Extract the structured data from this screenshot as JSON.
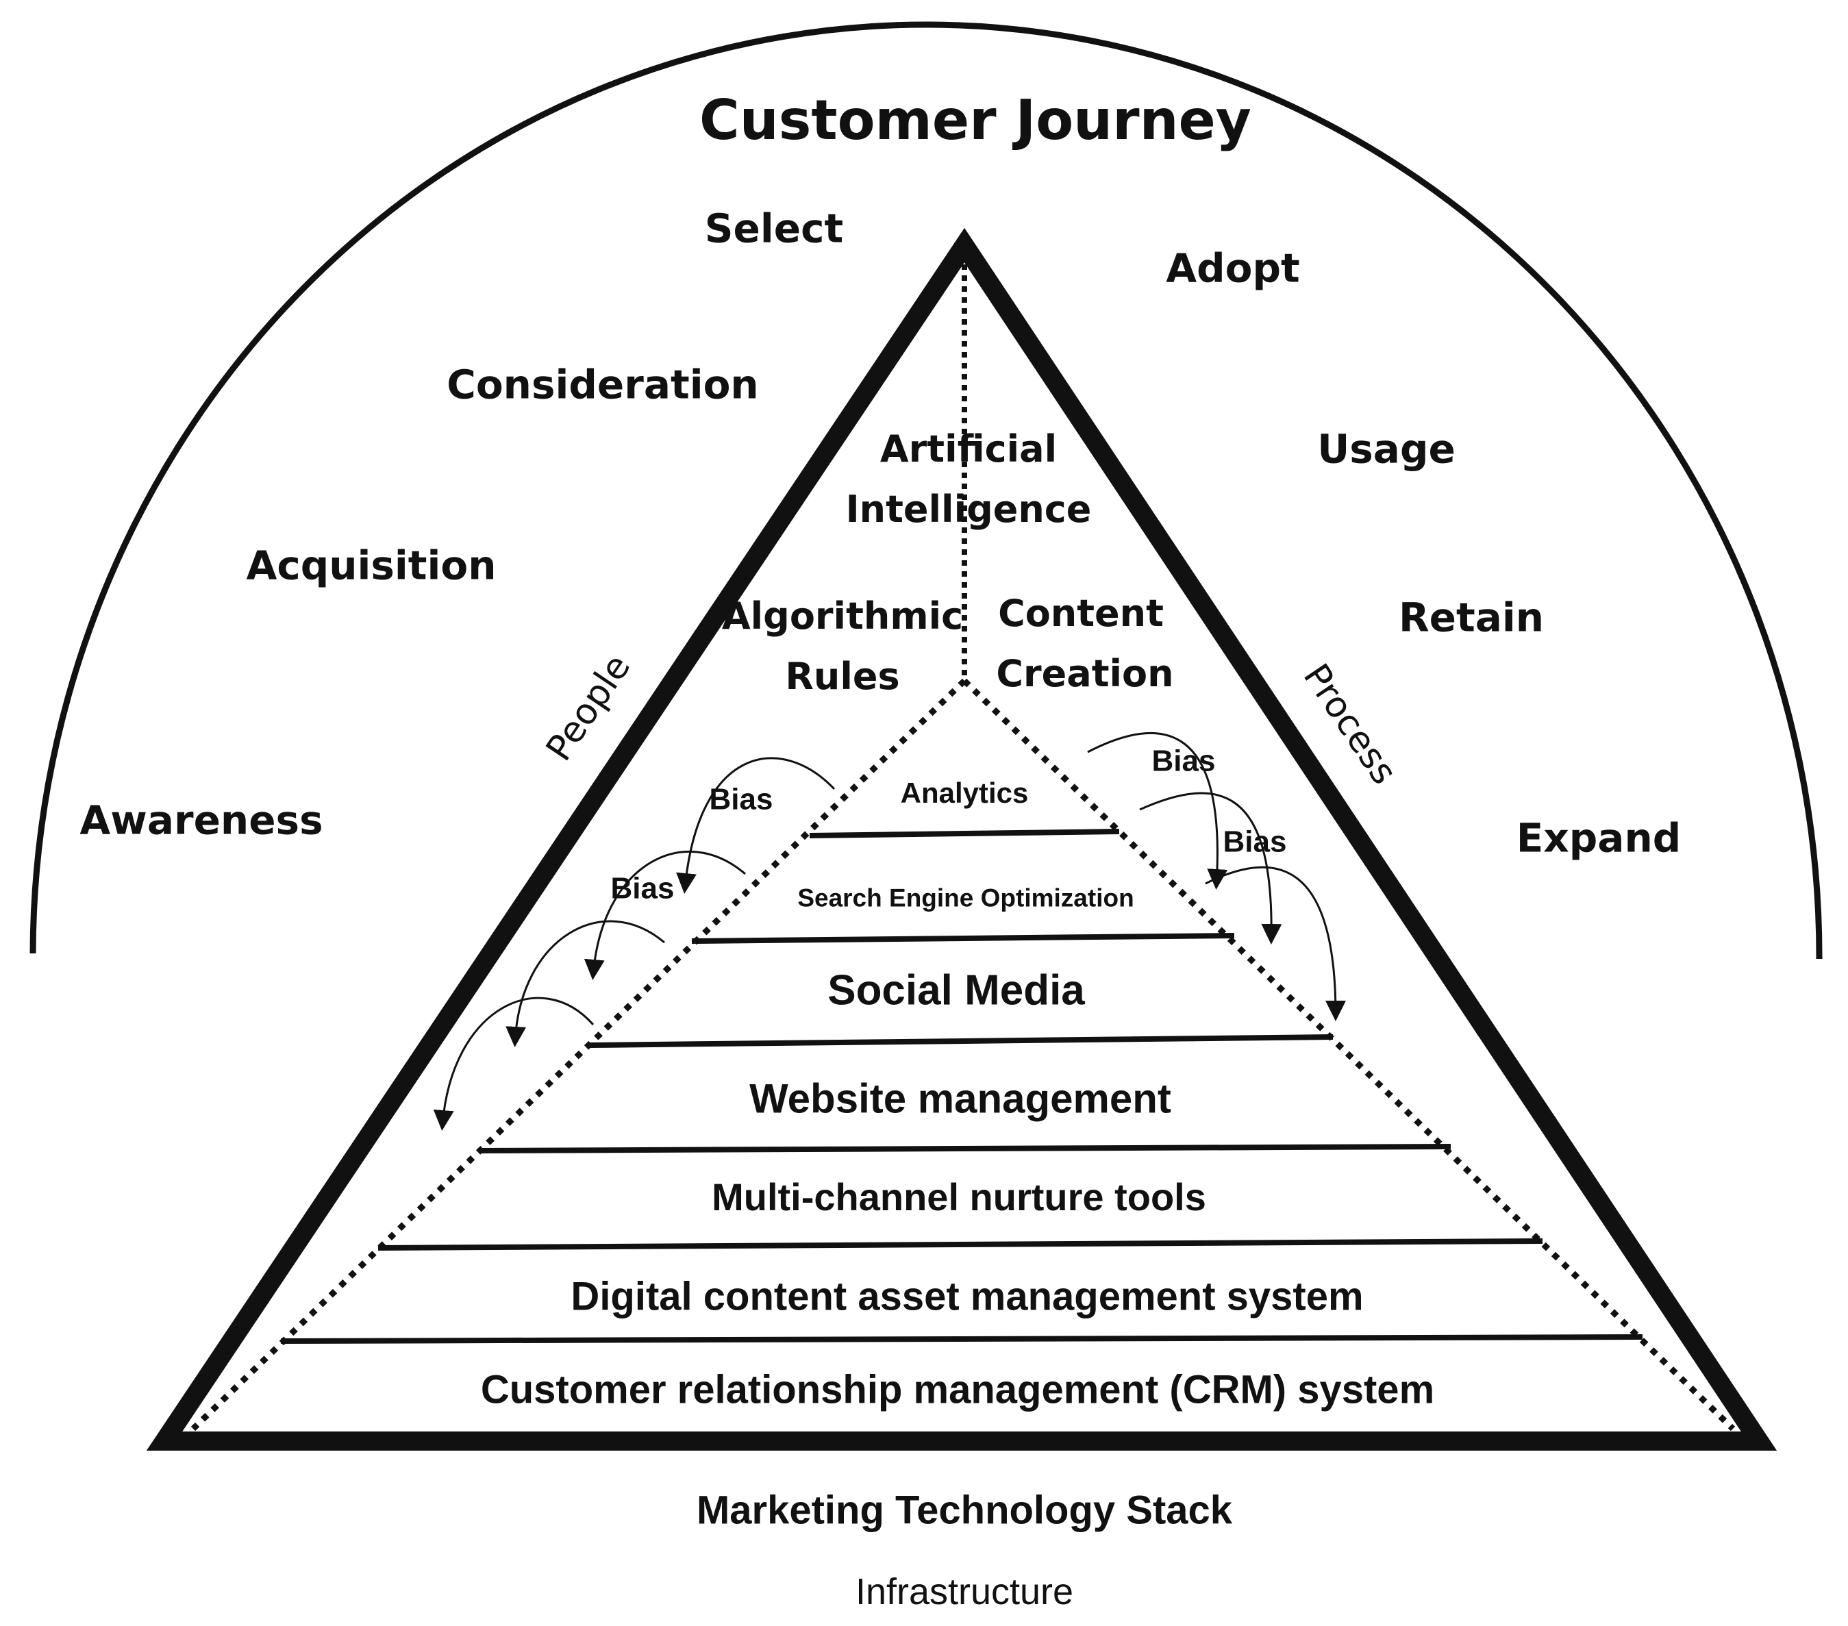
{
  "title": "Customer Journey",
  "journey_stages": {
    "awareness": "Awareness",
    "acquisition": "Acquisition",
    "consideration": "Consideration",
    "select": "Select",
    "adopt": "Adopt",
    "usage": "Usage",
    "retain": "Retain",
    "expand": "Expand"
  },
  "sides": {
    "people": "People",
    "process": "Process"
  },
  "top_section": {
    "ai_line1": "Artificial",
    "ai_line2": "Intelligence",
    "algo_line1": "Algorithmic",
    "algo_line2": "Rules",
    "content_line1": "Content",
    "content_line2": "Creation"
  },
  "bias_label": "Bias",
  "layers": [
    "Analytics",
    "Search Engine  Optimization",
    "Social  Media",
    "Website management",
    "Multi-channel nurture tools",
    "Digital  content asset management system",
    "Customer relationship  management (CRM)  system"
  ],
  "footer": {
    "stack": "Marketing  Technology  Stack",
    "infrastructure": "Infrastructure"
  }
}
